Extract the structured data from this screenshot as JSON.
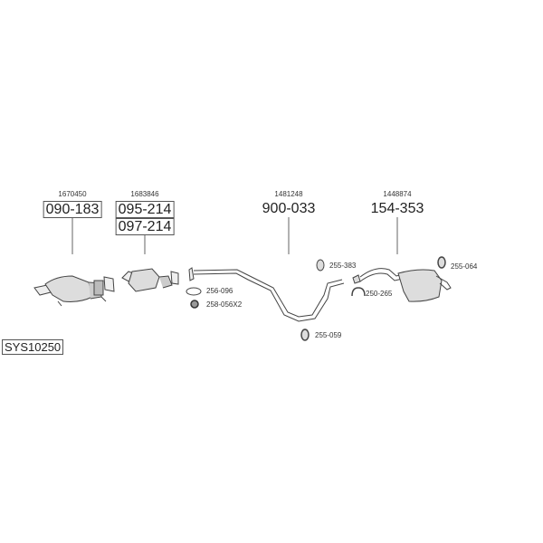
{
  "diagram_id": "SYS10250",
  "parts": [
    {
      "ref": "1670450",
      "numbers": [
        "090-183"
      ]
    },
    {
      "ref": "1683846",
      "numbers": [
        "095-214",
        "097-214"
      ]
    },
    {
      "ref": "1481248",
      "numbers": [
        "900-033"
      ]
    },
    {
      "ref": "1448874",
      "numbers": [
        "154-353"
      ]
    }
  ],
  "accessories": {
    "gasket": "256-096",
    "nut": "258-056X2",
    "hanger_mid": "255-383",
    "clamp": "250-265",
    "hanger_low": "255-059",
    "hanger_rear": "255-064"
  }
}
